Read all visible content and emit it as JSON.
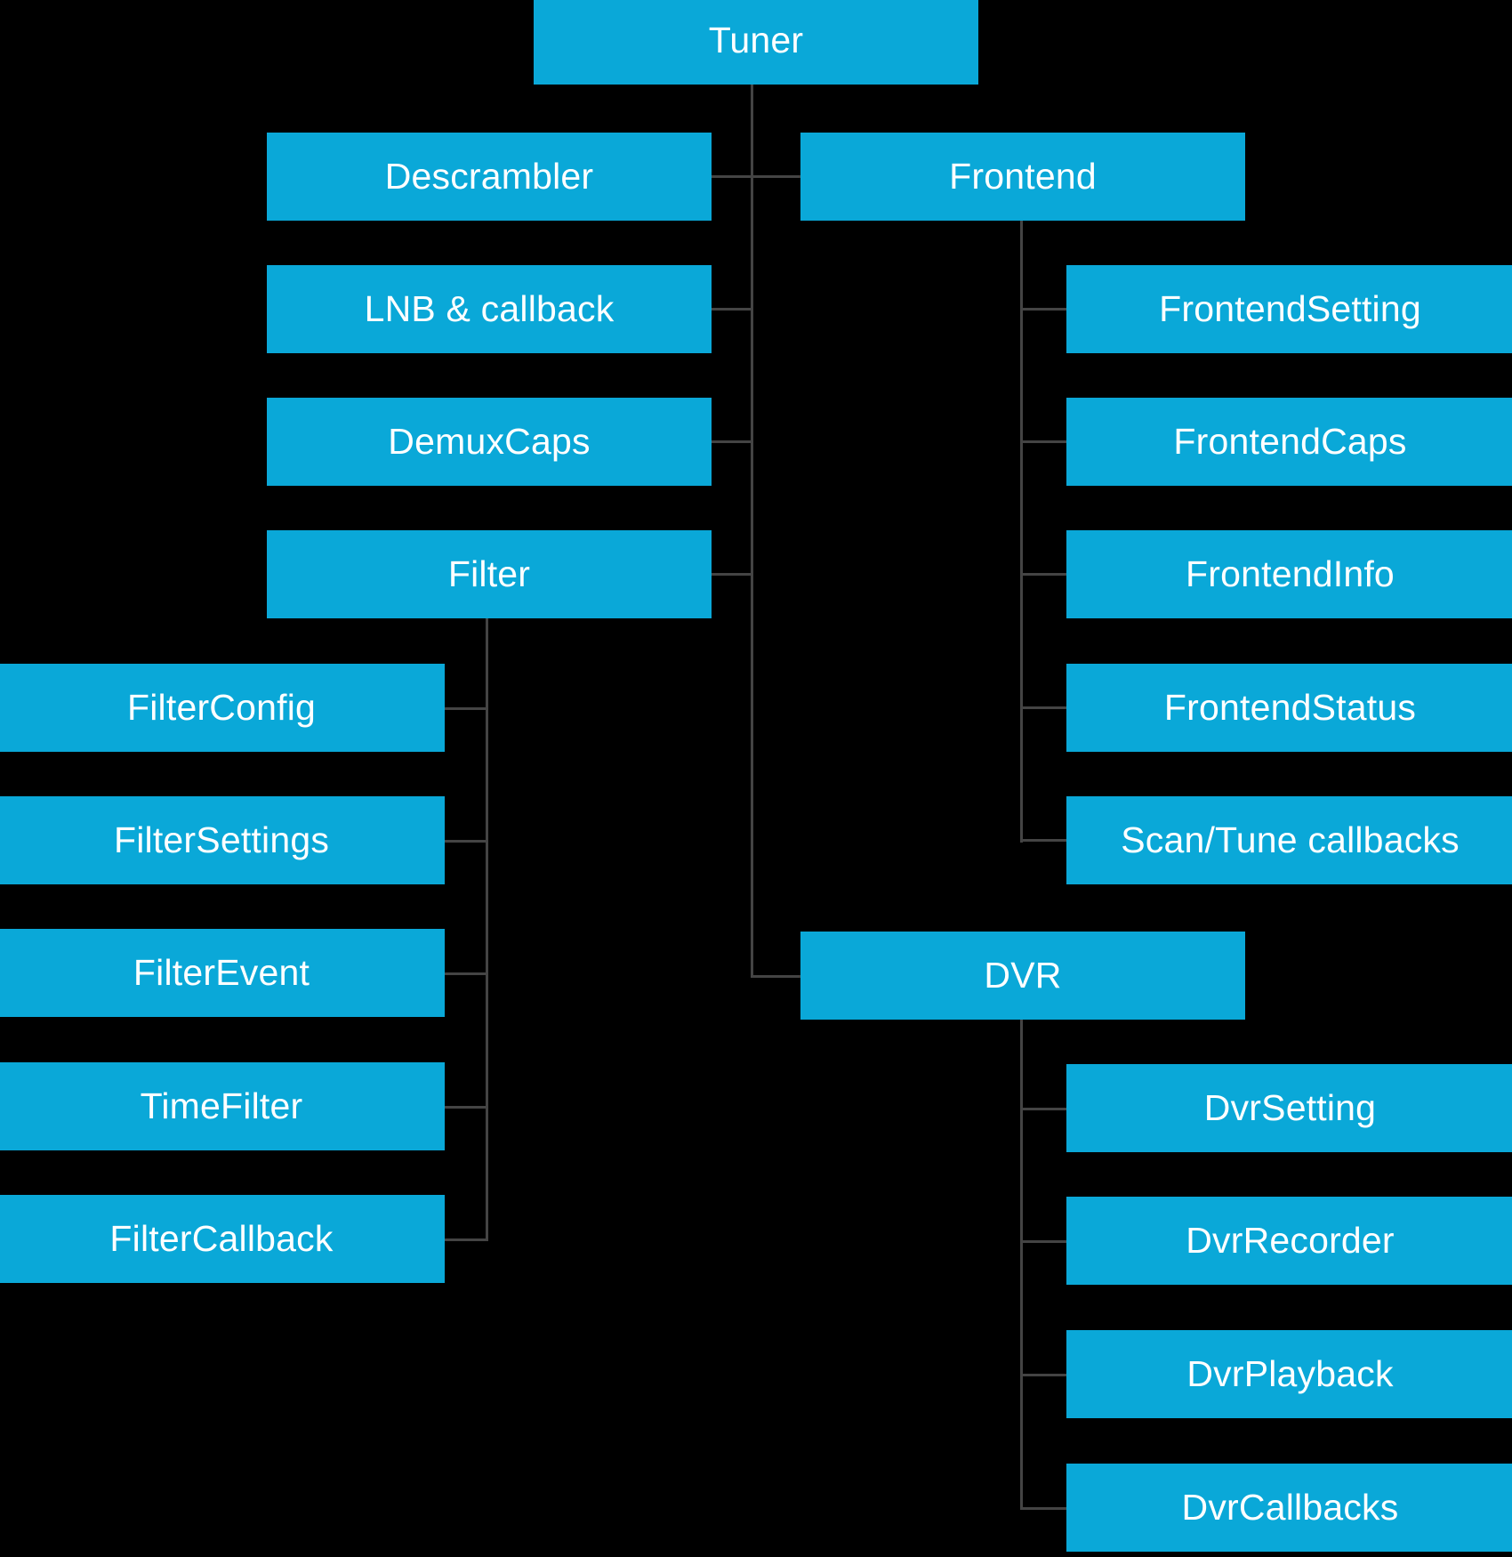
{
  "diagram": {
    "title_node": "Tuner",
    "accent_color": "#0aa8d8",
    "edge_color": "#444444",
    "background_color": "#000000",
    "text_color": "#ffffff",
    "root": {
      "label": "Tuner"
    },
    "branches": [
      {
        "group": "left-branch",
        "nodes": [
          {
            "label": "Descrambler"
          },
          {
            "label": "LNB & callback"
          },
          {
            "label": "DemuxCaps"
          },
          {
            "label": "Filter"
          }
        ]
      },
      {
        "group": "filter-children",
        "parent": "Filter",
        "nodes": [
          {
            "label": "FilterConfig"
          },
          {
            "label": "FilterSettings"
          },
          {
            "label": "FilterEvent"
          },
          {
            "label": "TimeFilter"
          },
          {
            "label": "FilterCallback"
          }
        ]
      },
      {
        "group": "right-branch",
        "nodes": [
          {
            "label": "Frontend"
          },
          {
            "label": "DVR"
          }
        ]
      },
      {
        "group": "frontend-children",
        "parent": "Frontend",
        "nodes": [
          {
            "label": "FrontendSetting"
          },
          {
            "label": "FrontendCaps"
          },
          {
            "label": "FrontendInfo"
          },
          {
            "label": "FrontendStatus"
          },
          {
            "label": "Scan/Tune callbacks"
          }
        ]
      },
      {
        "group": "dvr-children",
        "parent": "DVR",
        "nodes": [
          {
            "label": "DvrSetting"
          },
          {
            "label": "DvrRecorder"
          },
          {
            "label": "DvrPlayback"
          },
          {
            "label": "DvrCallbacks"
          }
        ]
      }
    ]
  }
}
